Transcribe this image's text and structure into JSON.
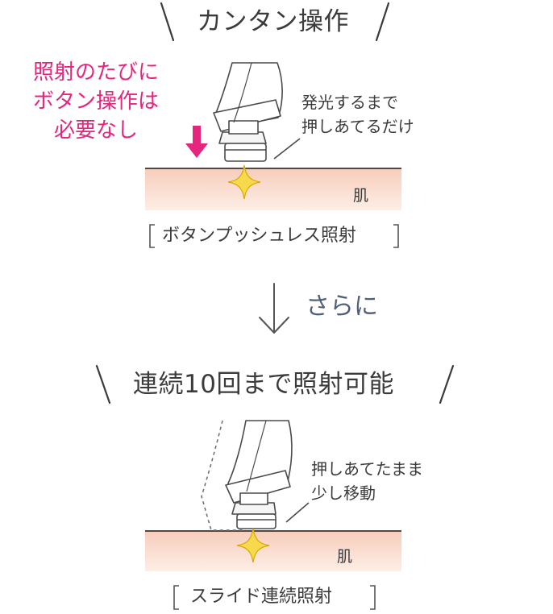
{
  "section1": {
    "heading": "カンタン操作",
    "note_lines": [
      "照射のたびに",
      "ボタン操作は",
      "必要なし"
    ],
    "caption_lines": [
      "発光するまで",
      "押しあてるだけ"
    ],
    "skin_label": "肌",
    "mode_label": "ボタンプッシュレス照射"
  },
  "transition": {
    "label": "さらに"
  },
  "section2": {
    "heading": "連続10回まで照射可能",
    "caption_lines": [
      "押しあてたまま",
      "少し移動"
    ],
    "skin_label": "肌",
    "mode_label": "スライド連続照射"
  },
  "colors": {
    "accent_pink": "#e5267e",
    "skin_fill": "#fbe1d4",
    "sparkle": "#f7d94c",
    "transition_text": "#4f6078"
  }
}
